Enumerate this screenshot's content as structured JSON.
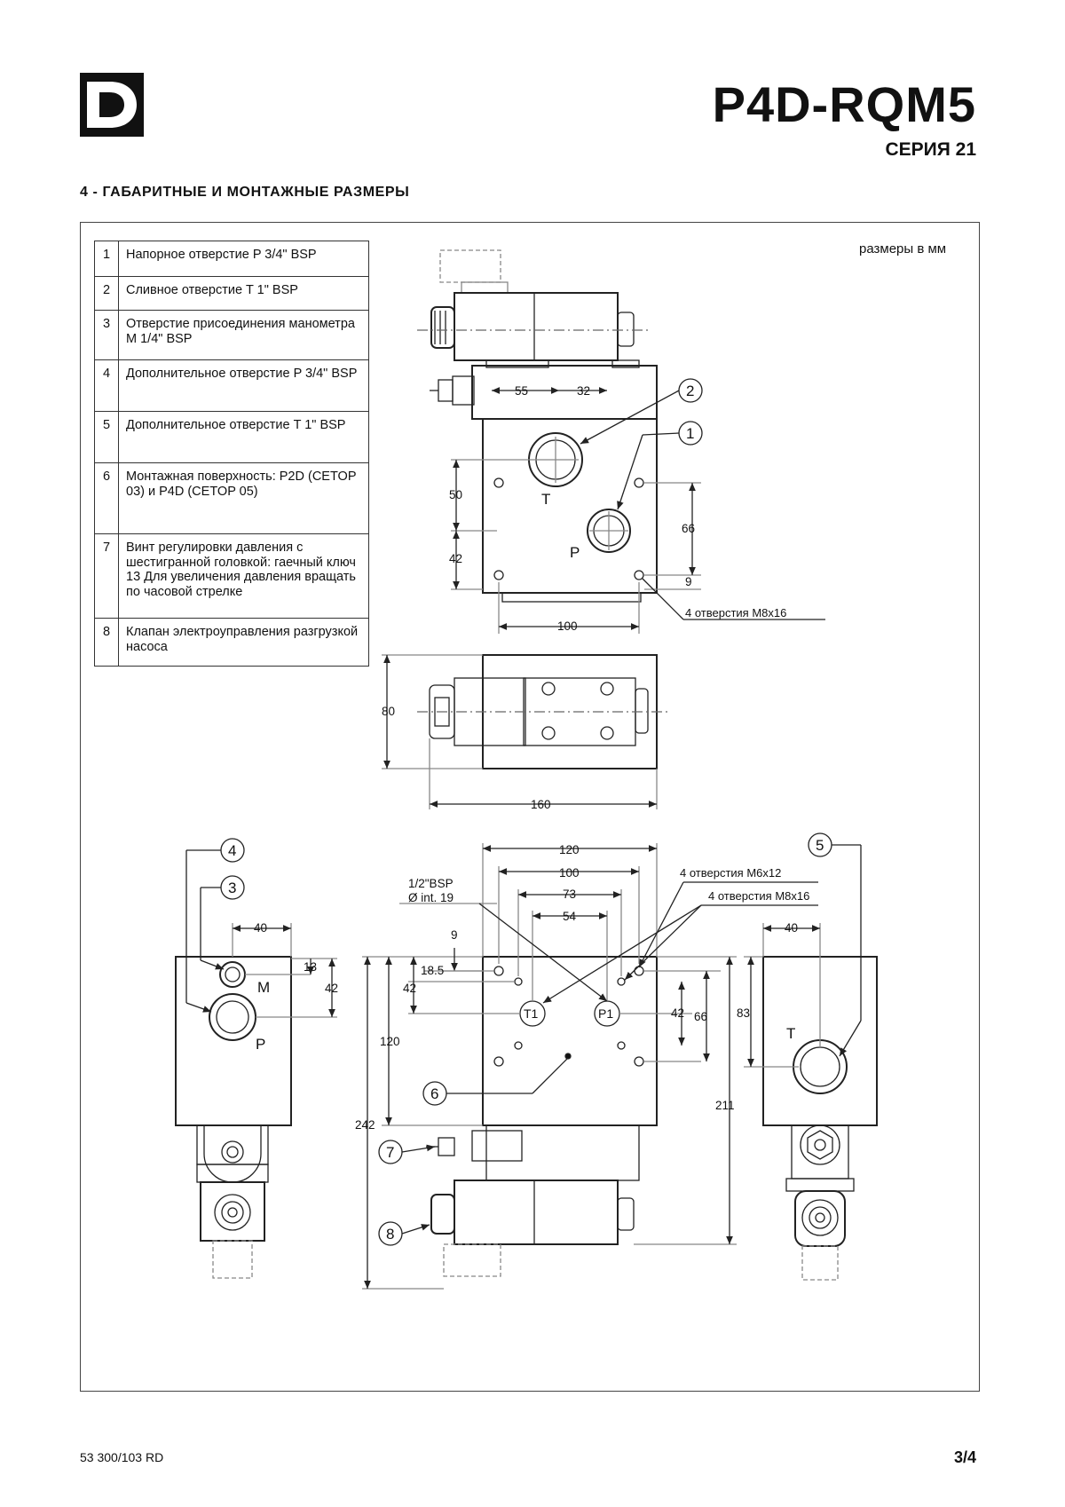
{
  "header": {
    "model": "P4D-RQM5",
    "series": "СЕРИЯ 21"
  },
  "section_title": "4 - ГАБАРИТНЫЕ И МОНТАЖНЫЕ РАЗМЕРЫ",
  "units_note": "размеры в мм",
  "legend": [
    {
      "num": "1",
      "text": "Напорное отверстие P 3/4\" BSP"
    },
    {
      "num": "2",
      "text": "Сливное отверстие T 1\" BSP"
    },
    {
      "num": "3",
      "text": "Отверстие присоединения манометра M 1/4\" BSP"
    },
    {
      "num": "4",
      "text": "Дополнительное отверстие P 3/4\" BSP"
    },
    {
      "num": "5",
      "text": "Дополнительное отверстие T 1\" BSP"
    },
    {
      "num": "6",
      "text": "Монтажная поверхность: P2D (CETOP 03) и P4D (CETOP 05)"
    },
    {
      "num": "7",
      "text": "Винт регулировки давления с шестигранной головкой: гаечный ключ 13 Для увеличения давления вращать по часовой стрелке"
    },
    {
      "num": "8",
      "text": "Клапан электроуправления разгрузкой насоса"
    }
  ],
  "drawing": {
    "top_view": {
      "dim_55": "55",
      "dim_32": "32",
      "dim_50": "50",
      "dim_42": "42",
      "dim_66": "66",
      "dim_9": "9",
      "dim_100": "100",
      "port_T": "T",
      "port_P": "P",
      "holes_note": "4 отверстия M8x16",
      "callout_1": "1",
      "callout_2": "2"
    },
    "plan_view": {
      "dim_80": "80",
      "dim_160": "160"
    },
    "left_view": {
      "dim_40": "40",
      "dim_13": "13",
      "dim_42": "42",
      "port_M": "M",
      "port_P": "P",
      "callout_3": "3",
      "callout_4": "4"
    },
    "front_view": {
      "dim_120_top": "120",
      "dim_100": "100",
      "dim_73": "73",
      "dim_54": "54",
      "dim_9": "9",
      "dim_18_5": "18.5",
      "dim_42_left": "42",
      "dim_120_left": "120",
      "dim_242": "242",
      "dim_42_right": "42",
      "dim_66": "66",
      "dim_211": "211",
      "bsp_note_1": "1/2\"BSP",
      "bsp_note_2": "Ø int. 19",
      "holes_m6": "4 отверстия M6x12",
      "holes_m8": "4 отверстия M8x16",
      "port_T1": "T1",
      "port_P1": "P1",
      "callout_6": "6",
      "callout_7": "7",
      "callout_8": "8"
    },
    "right_view": {
      "dim_40": "40",
      "dim_83": "83",
      "port_T": "T",
      "callout_5": "5"
    }
  },
  "footer": {
    "doc_number": "53 300/103 RD",
    "page": "3/4"
  }
}
